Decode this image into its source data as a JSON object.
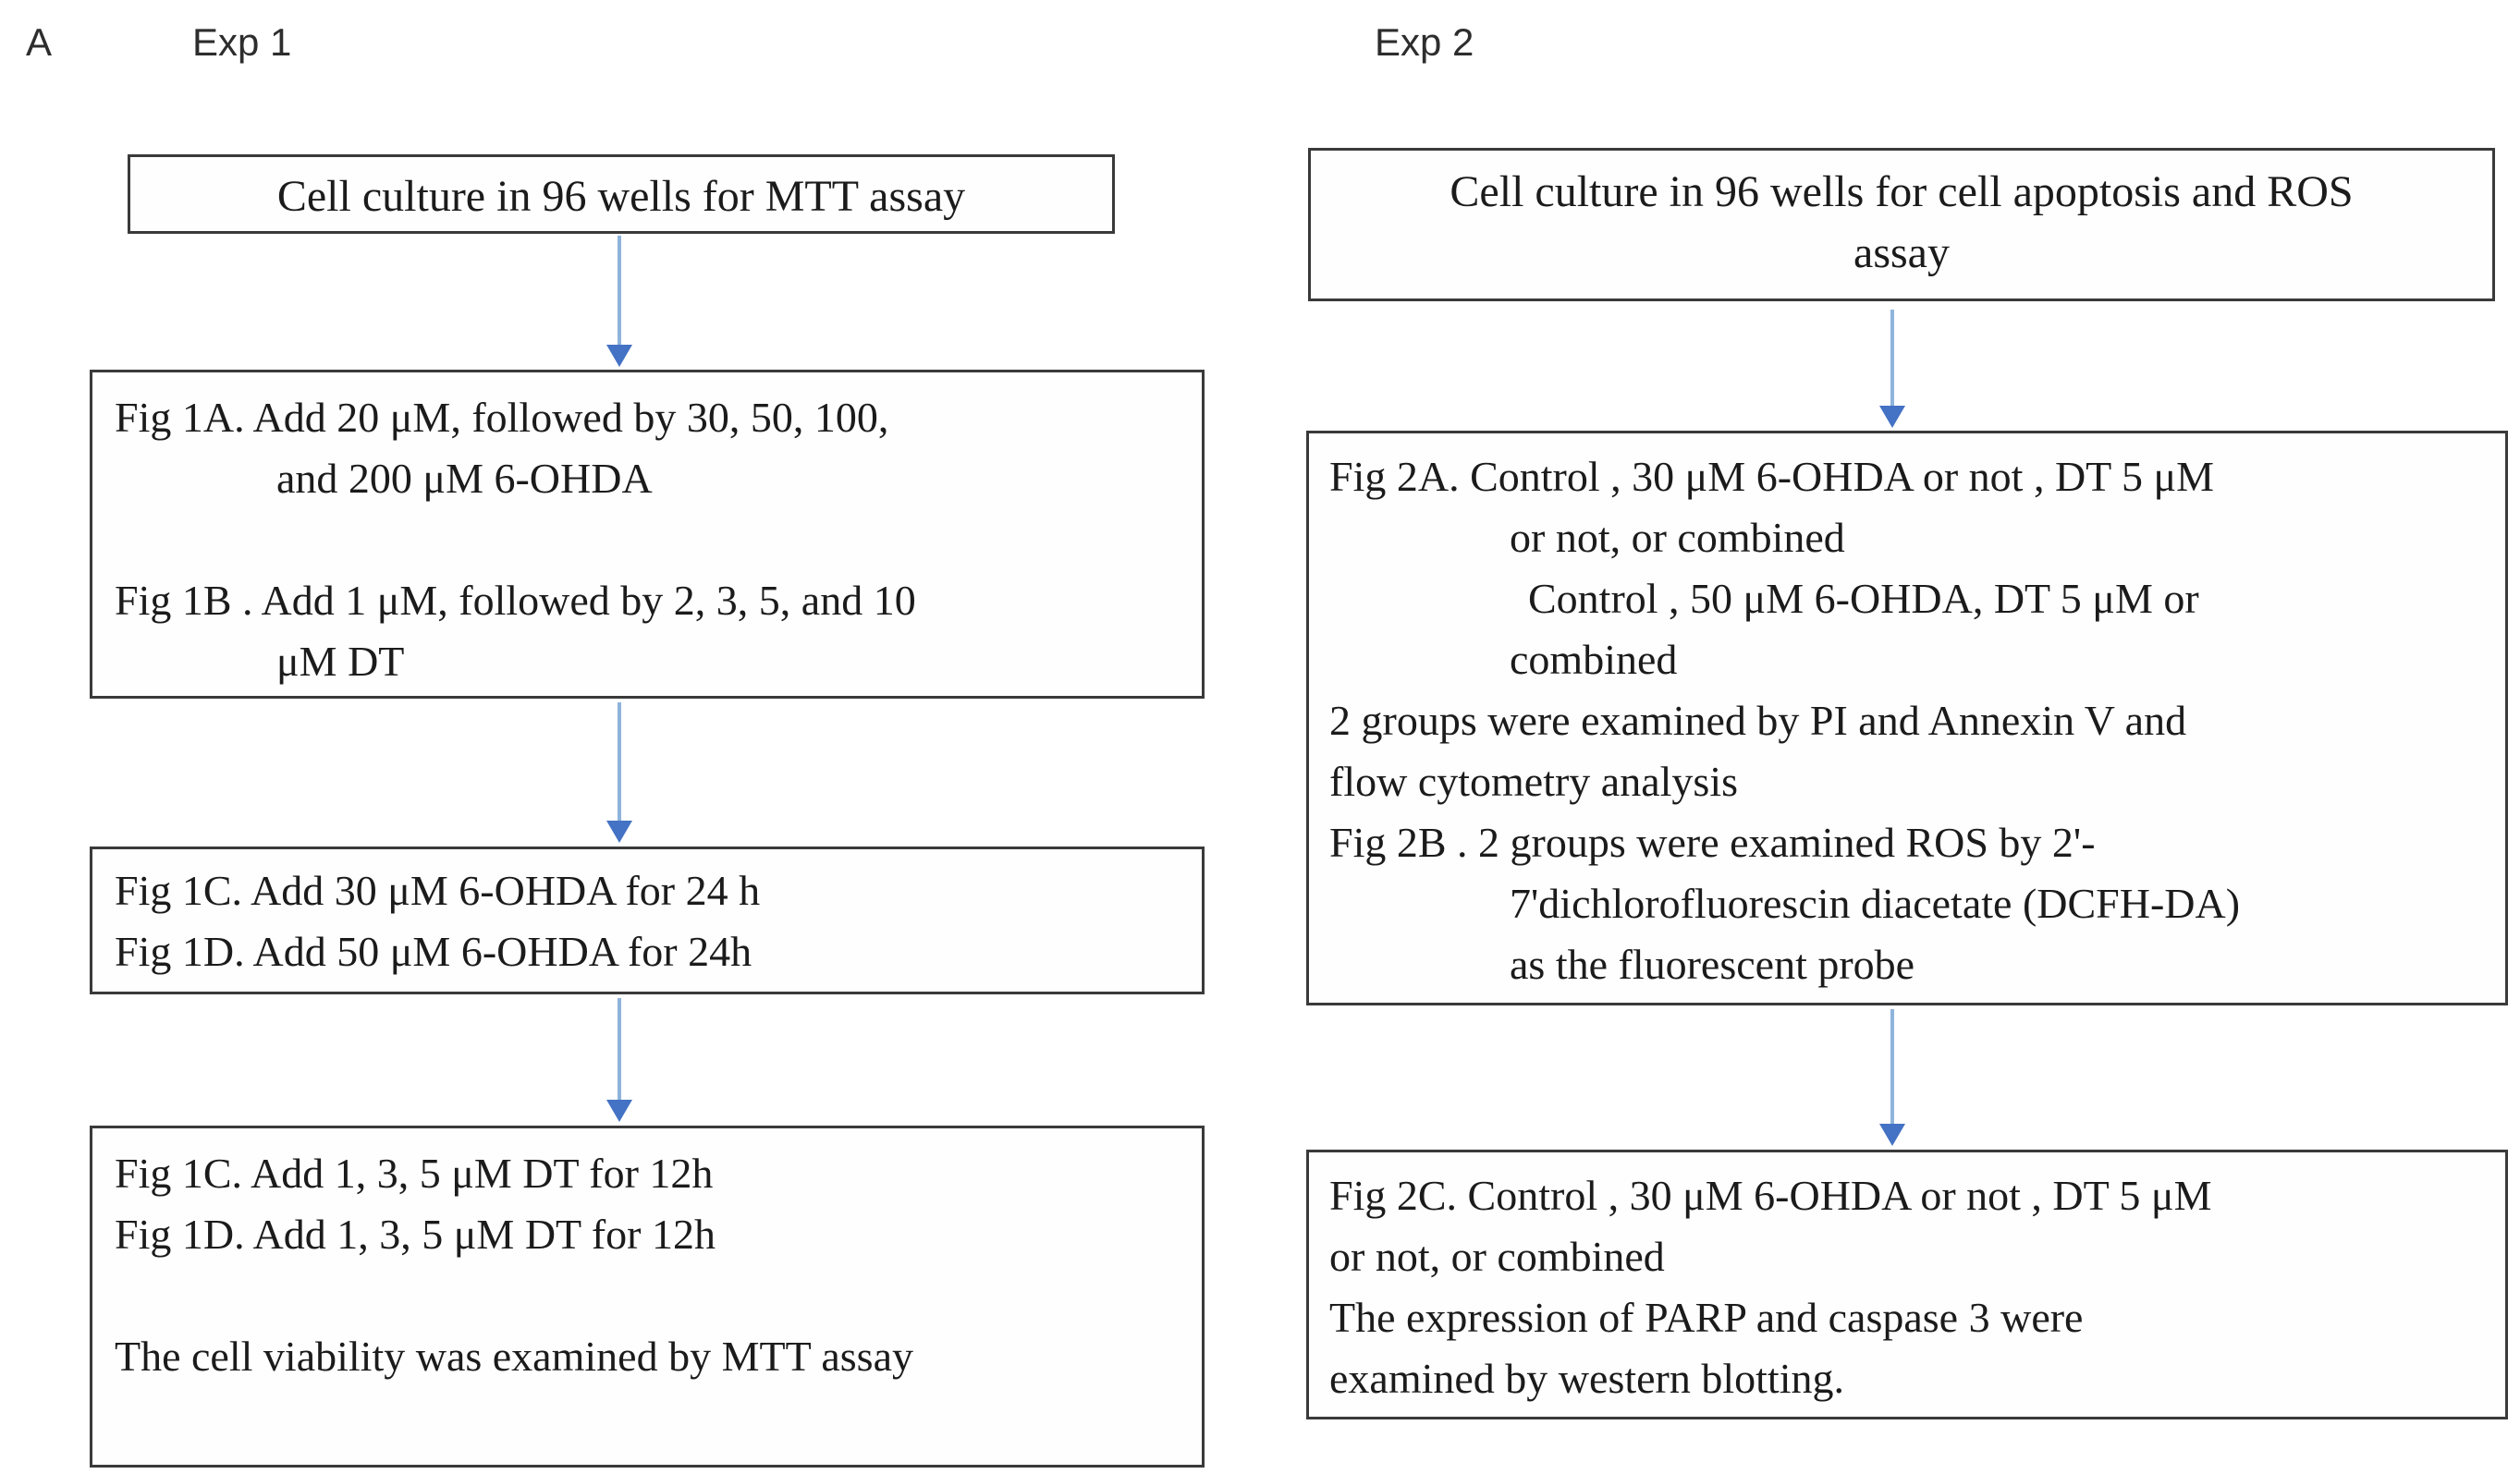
{
  "panel_label": "A",
  "colors": {
    "arrow_stem": "#8fb4dc",
    "arrow_head": "#4472c4",
    "box_border": "#3a3a3a",
    "text": "#1b1b1b"
  },
  "exp1": {
    "label": "Exp 1",
    "box1": {
      "line1": "Cell culture in 96 wells for MTT assay"
    },
    "box2": {
      "line1": "Fig 1A. Add 20 μM, followed by 30, 50, 100,",
      "line2": "and 200 μM 6-OHDA",
      "line3": "Fig 1B . Add 1 μM, followed by 2, 3, 5, and 10",
      "line4": "μM  DT"
    },
    "box3": {
      "line1": "Fig 1C. Add 30 μM 6-OHDA for 24 h",
      "line2": "Fig 1D. Add 50 μM 6-OHDA for 24h"
    },
    "box4": {
      "line1": "Fig 1C. Add  1, 3, 5 μM DT for 12h",
      "line2": "Fig 1D. Add  1, 3, 5 μM DT for 12h",
      "line3": "The cell viability  was examined by MTT assay"
    }
  },
  "exp2": {
    "label": "Exp 2",
    "box1": {
      "line1": "Cell culture in 96 wells for cell apoptosis and ROS",
      "line2": "assay"
    },
    "box2": {
      "line1": "Fig 2A. Control , 30 μM 6-OHDA or not , DT 5 μM",
      "line2": "or not,  or combined",
      "line3": "Control , 50 μM 6-OHDA, DT 5 μM or",
      "line4": "combined",
      "line5": "2 groups were examined by PI and Annexin V and",
      "line6": "flow cytometry analysis",
      "line7": "Fig 2B . 2 groups were examined ROS by 2'-",
      "line8": "7'dichlorofluorescin  diacetate (DCFH-DA)",
      "line9": "as the fluorescent probe"
    },
    "box3": {
      "line1": "Fig 2C. Control , 30 μM 6-OHDA or not , DT 5 μM",
      "line2": "or not,  or combined",
      "line3": "The expression of PARP and caspase 3 were",
      "line4": "examined by western blotting."
    }
  }
}
